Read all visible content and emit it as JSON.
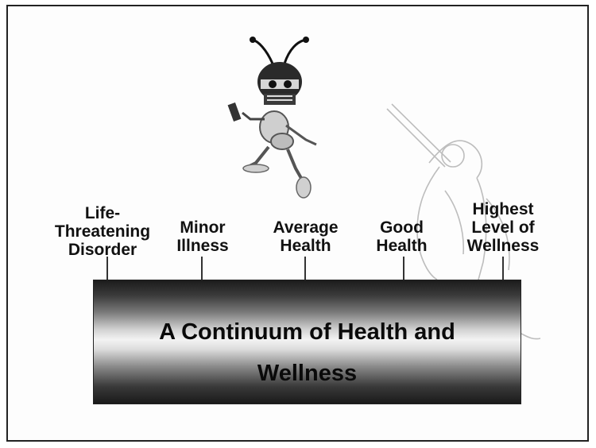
{
  "diagram": {
    "title": "A Continuum of Health and\nWellness",
    "stages": [
      {
        "label": "Life-\nThreatening\nDisorder"
      },
      {
        "label": "Minor\nIllness"
      },
      {
        "label": "Average\nHealth"
      },
      {
        "label": "Good\nHealth"
      },
      {
        "label": "Highest\nLevel of\nWellness"
      }
    ]
  },
  "illustrations": {
    "mascot": "bug-mascot-with-helmet",
    "sketch": "faint-figure-with-bat"
  }
}
